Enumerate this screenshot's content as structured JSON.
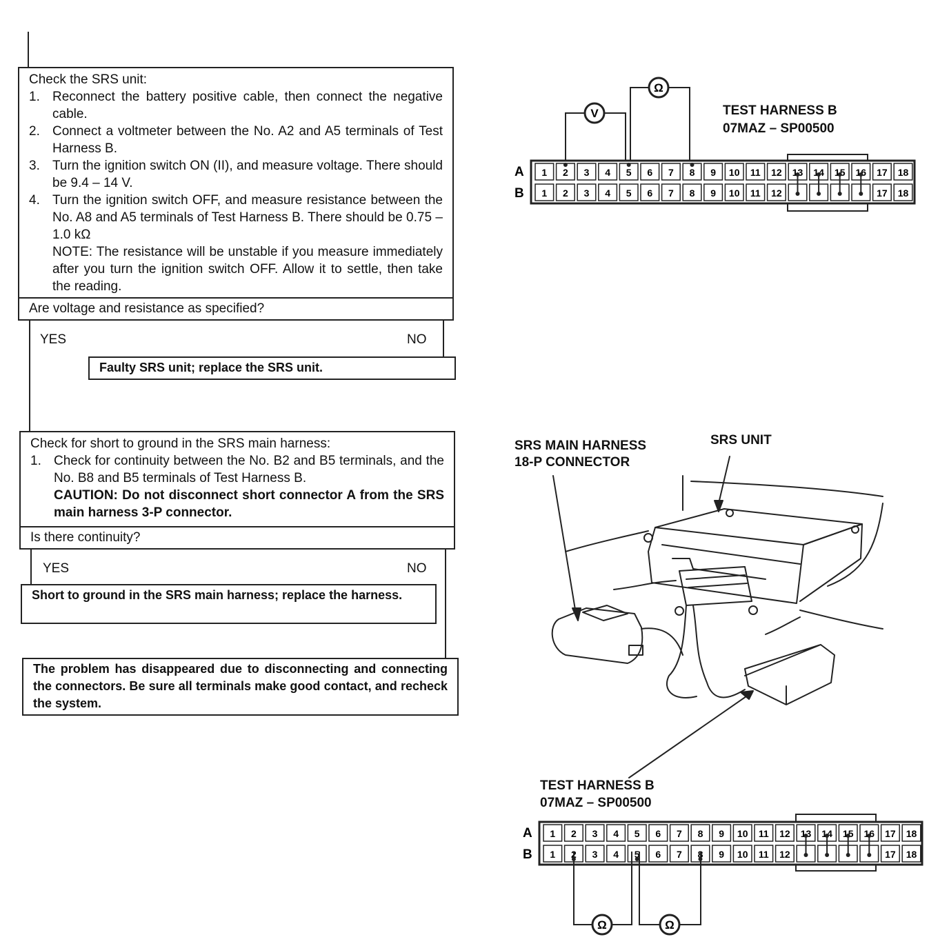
{
  "srs_check": {
    "title": "Check the SRS unit:",
    "steps": [
      {
        "num": "1.",
        "text": "Reconnect the battery positive cable, then connect the negative cable."
      },
      {
        "num": "2.",
        "text": "Connect a voltmeter between the No. A2 and A5 terminals of Test Harness B."
      },
      {
        "num": "3.",
        "text": "Turn the ignition switch ON (II), and measure voltage. There should be 9.4 – 14 V."
      },
      {
        "num": "4.",
        "text": "Turn the ignition switch OFF, and measure resistance between the No. A8 and A5 terminals of Test Harness B. There should be 0.75 – 1.0 kΩ"
      }
    ],
    "note": "NOTE: The resistance will be unstable if you measure immediately after you turn the ignition switch OFF. Allow it to settle, then take the reading.",
    "question": "Are voltage and resistance as specified?",
    "yes": "YES",
    "no": "NO",
    "result_no": "Faulty SRS unit; replace the SRS unit."
  },
  "short_check": {
    "title": "Check for short to ground in the SRS main harness:",
    "step_num": "1.",
    "step_text": "Check for continuity between the No. B2 and B5 terminals, and the No. B8 and B5 terminals of Test Harness B.",
    "caution": "CAUTION: Do not disconnect short connector A from the SRS main harness 3-P connector.",
    "question": "Is there continuity?",
    "yes": "YES",
    "no": "NO",
    "result_yes": "Short to ground in the SRS main harness; replace the harness.",
    "result_no": "The problem has disappeared due to disconnecting and connecting the connectors. Be sure all terminals make good contact, and recheck the system."
  },
  "diagram_top": {
    "harness_name": "TEST HARNESS B",
    "part_number": "07MAZ – SP00500",
    "row_a": "A",
    "row_b": "B",
    "voltmeter_symbol": "V",
    "ohmmeter_symbol": "Ω"
  },
  "diagram_middle": {
    "connector_label_line1": "SRS MAIN HARNESS",
    "connector_label_line2": "18-P CONNECTOR",
    "unit_label": "SRS UNIT"
  },
  "diagram_bottom": {
    "harness_name": "TEST HARNESS B",
    "part_number": "07MAZ – SP00500",
    "row_a": "A",
    "row_b": "B",
    "ohmmeter_symbol": "Ω"
  },
  "terminals": [
    "1",
    "2",
    "3",
    "4",
    "5",
    "6",
    "7",
    "8",
    "9",
    "10",
    "11",
    "12",
    "13",
    "14",
    "15",
    "16",
    "17",
    "18"
  ]
}
